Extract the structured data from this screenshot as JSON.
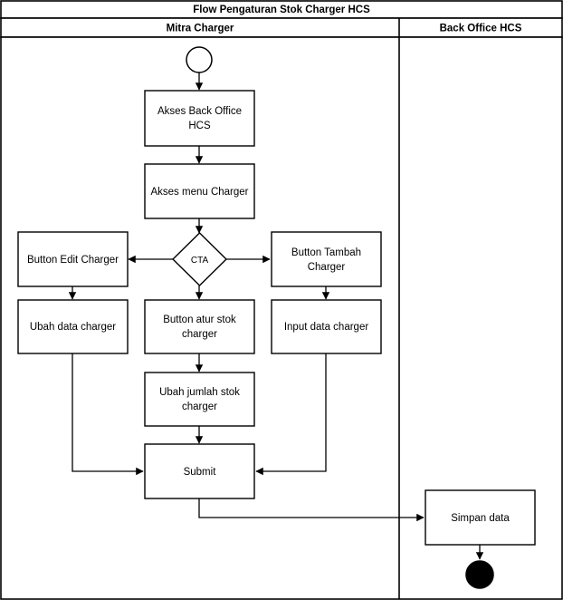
{
  "diagram": {
    "title": "Flow Pengaturan Stok Charger HCS",
    "type": "flowchart-swimlane",
    "lanes": [
      {
        "id": "mitra",
        "label": "Mitra Charger"
      },
      {
        "id": "backoffice",
        "label": "Back Office HCS"
      }
    ],
    "nodes": [
      {
        "id": "start",
        "shape": "start-circle",
        "label": "",
        "lane": "mitra"
      },
      {
        "id": "akses-bo",
        "shape": "process",
        "label": "Akses Back Office HCS",
        "lane": "mitra"
      },
      {
        "id": "akses-menu",
        "shape": "process",
        "label": "Akses menu Charger",
        "lane": "mitra"
      },
      {
        "id": "cta",
        "shape": "decision",
        "label": "CTA",
        "lane": "mitra"
      },
      {
        "id": "btn-edit",
        "shape": "process",
        "label": "Button Edit Charger",
        "lane": "mitra"
      },
      {
        "id": "btn-tambah",
        "shape": "process",
        "label": "Button Tambah Charger",
        "lane": "mitra"
      },
      {
        "id": "ubah-data",
        "shape": "process",
        "label": "Ubah data charger",
        "lane": "mitra"
      },
      {
        "id": "btn-atur",
        "shape": "process",
        "label": "Button atur stok charger",
        "lane": "mitra"
      },
      {
        "id": "input-data",
        "shape": "process",
        "label": "Input data charger",
        "lane": "mitra"
      },
      {
        "id": "ubah-stok",
        "shape": "process",
        "label": "Ubah jumlah stok charger",
        "lane": "mitra"
      },
      {
        "id": "submit",
        "shape": "process",
        "label": "Submit",
        "lane": "mitra"
      },
      {
        "id": "simpan",
        "shape": "process",
        "label": "Simpan data",
        "lane": "backoffice"
      },
      {
        "id": "end",
        "shape": "end-circle",
        "label": "",
        "lane": "backoffice"
      }
    ],
    "edges": [
      {
        "from": "start",
        "to": "akses-bo",
        "label": ""
      },
      {
        "from": "akses-bo",
        "to": "akses-menu",
        "label": ""
      },
      {
        "from": "akses-menu",
        "to": "cta",
        "label": ""
      },
      {
        "from": "cta",
        "to": "btn-edit",
        "label": ""
      },
      {
        "from": "cta",
        "to": "btn-tambah",
        "label": ""
      },
      {
        "from": "cta",
        "to": "btn-atur",
        "label": ""
      },
      {
        "from": "btn-edit",
        "to": "ubah-data",
        "label": ""
      },
      {
        "from": "btn-tambah",
        "to": "input-data",
        "label": ""
      },
      {
        "from": "btn-atur",
        "to": "ubah-stok",
        "label": ""
      },
      {
        "from": "ubah-stok",
        "to": "submit",
        "label": ""
      },
      {
        "from": "ubah-data",
        "to": "submit",
        "label": ""
      },
      {
        "from": "input-data",
        "to": "submit",
        "label": ""
      },
      {
        "from": "submit",
        "to": "simpan",
        "label": ""
      },
      {
        "from": "simpan",
        "to": "end",
        "label": ""
      }
    ],
    "colors": {
      "stroke": "#000000",
      "fill": "#ffffff",
      "text": "#000000",
      "terminator_end_fill": "#000000"
    }
  }
}
